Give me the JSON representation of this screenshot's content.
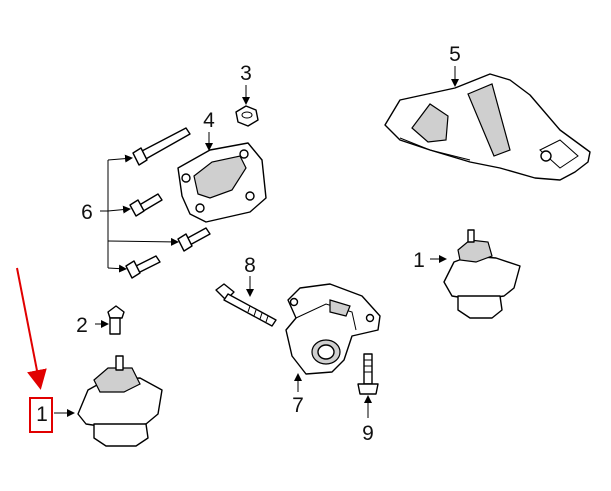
{
  "callouts": {
    "c1_left": "1",
    "c1_right": "1",
    "c2": "2",
    "c3": "3",
    "c4": "4",
    "c5": "5",
    "c6": "6",
    "c7": "7",
    "c8": "8",
    "c9": "9"
  },
  "highlight": {
    "color": "#e10000",
    "target_callout": "1"
  }
}
